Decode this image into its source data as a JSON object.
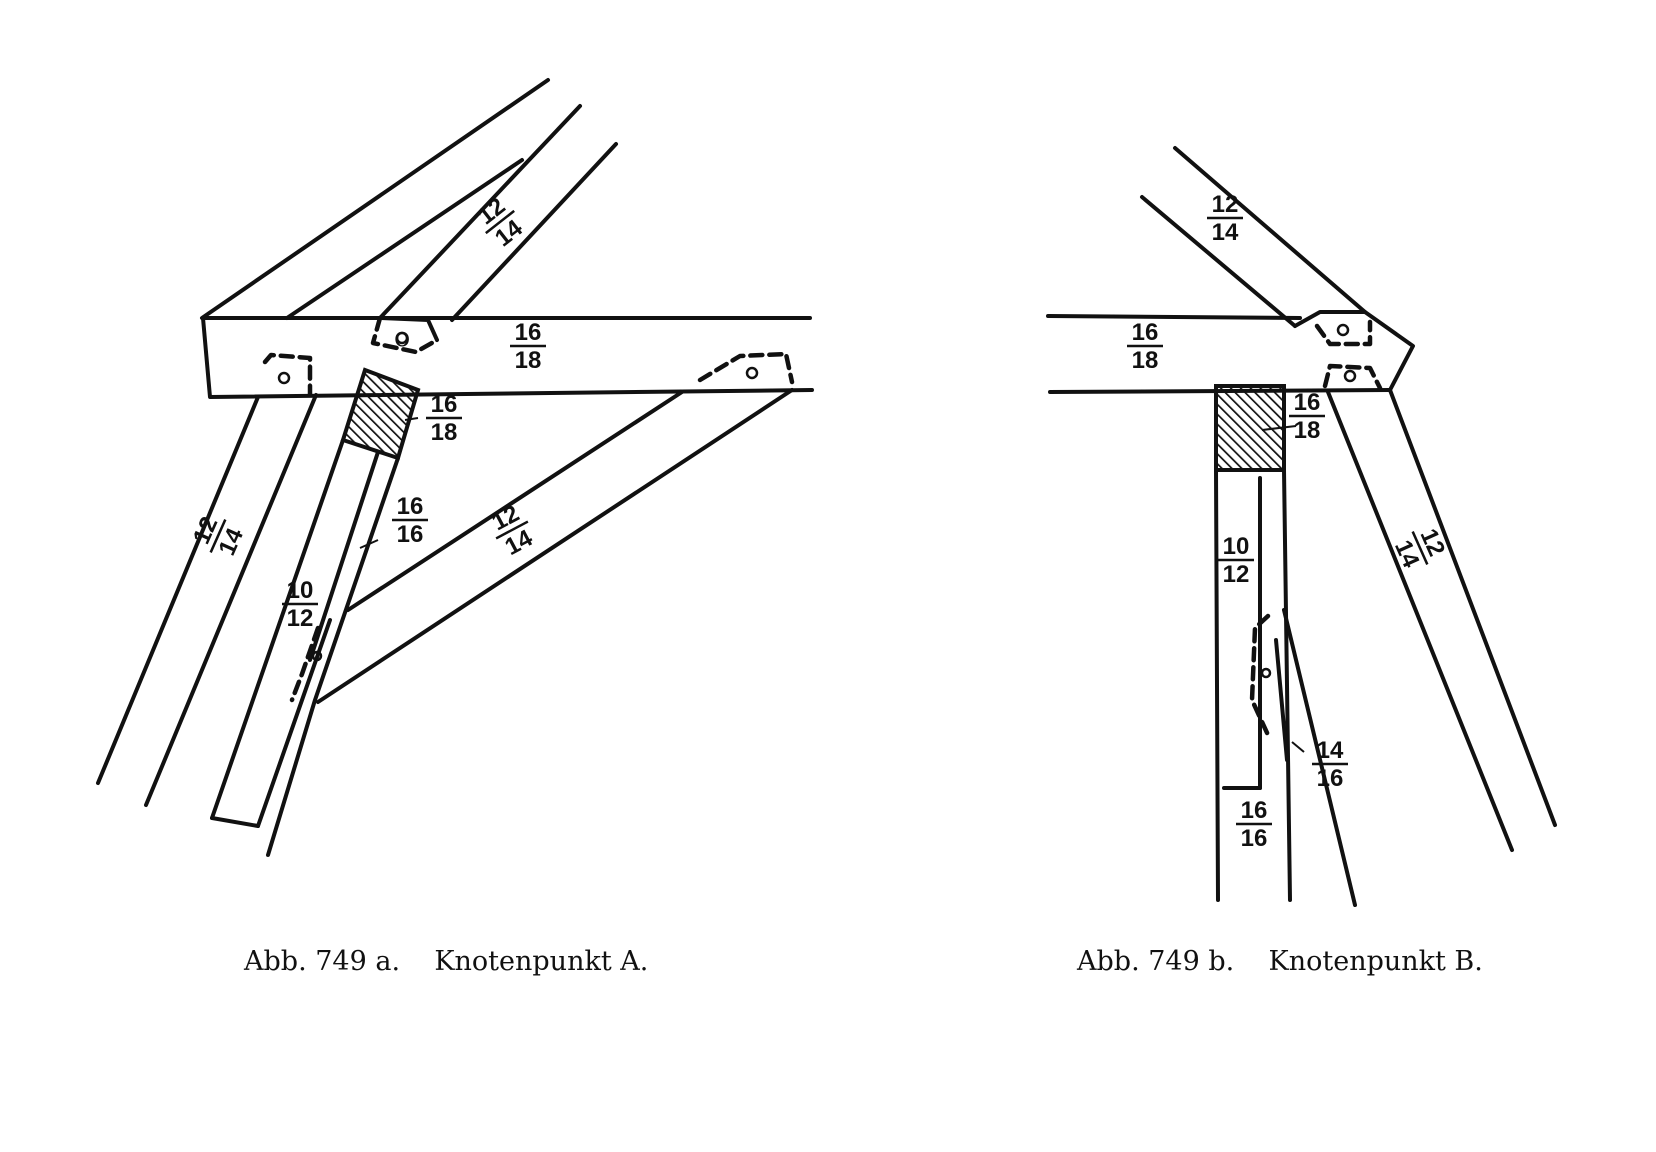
{
  "captions": {
    "a": "Abb. 749 a.    Knotenpunkt A.",
    "b": "Abb. 749 b.    Knotenpunkt B."
  },
  "labels_a": {
    "strut_top": {
      "num": "12",
      "den": "14"
    },
    "beam_main": {
      "num": "16",
      "den": "18"
    },
    "beam_section": {
      "num": "16",
      "den": "18"
    },
    "post": {
      "num": "16",
      "den": "16"
    },
    "diagonal": {
      "num": "12",
      "den": "14"
    },
    "left_strut": {
      "num": "12",
      "den": "14"
    },
    "small_post": {
      "num": "10",
      "den": "12"
    },
    "bolt_top": "o"
  },
  "labels_b": {
    "strut_top": {
      "num": "12",
      "den": "14"
    },
    "beam_main": {
      "num": "16",
      "den": "18"
    },
    "beam_section": {
      "num": "16",
      "den": "18"
    },
    "small_post": {
      "num": "10",
      "den": "12"
    },
    "right_strut": {
      "num": "12",
      "den": "14"
    },
    "brace": {
      "num": "14",
      "den": "16"
    },
    "post": {
      "num": "16",
      "den": "16"
    }
  },
  "colors": {
    "ink": "#111111",
    "paper": "#ffffff"
  }
}
